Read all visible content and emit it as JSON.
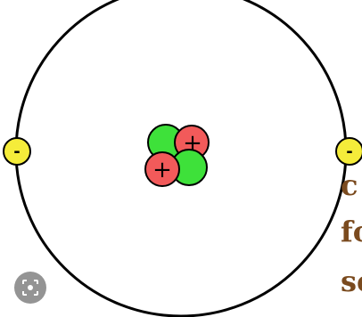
{
  "diagram": {
    "electron_sign": "-",
    "proton_sign": "+",
    "electron_count": 2,
    "proton_count": 2,
    "neutron_count": 2
  },
  "colors": {
    "orbit": "#000000",
    "electron": "#f5ec3a",
    "proton": "#f25a5a",
    "neutron": "#3ee13a",
    "text": "#7a4a1e"
  },
  "side_text": [
    "c",
    "fo",
    "se"
  ],
  "icons": {
    "lens": "lens-search-icon"
  }
}
